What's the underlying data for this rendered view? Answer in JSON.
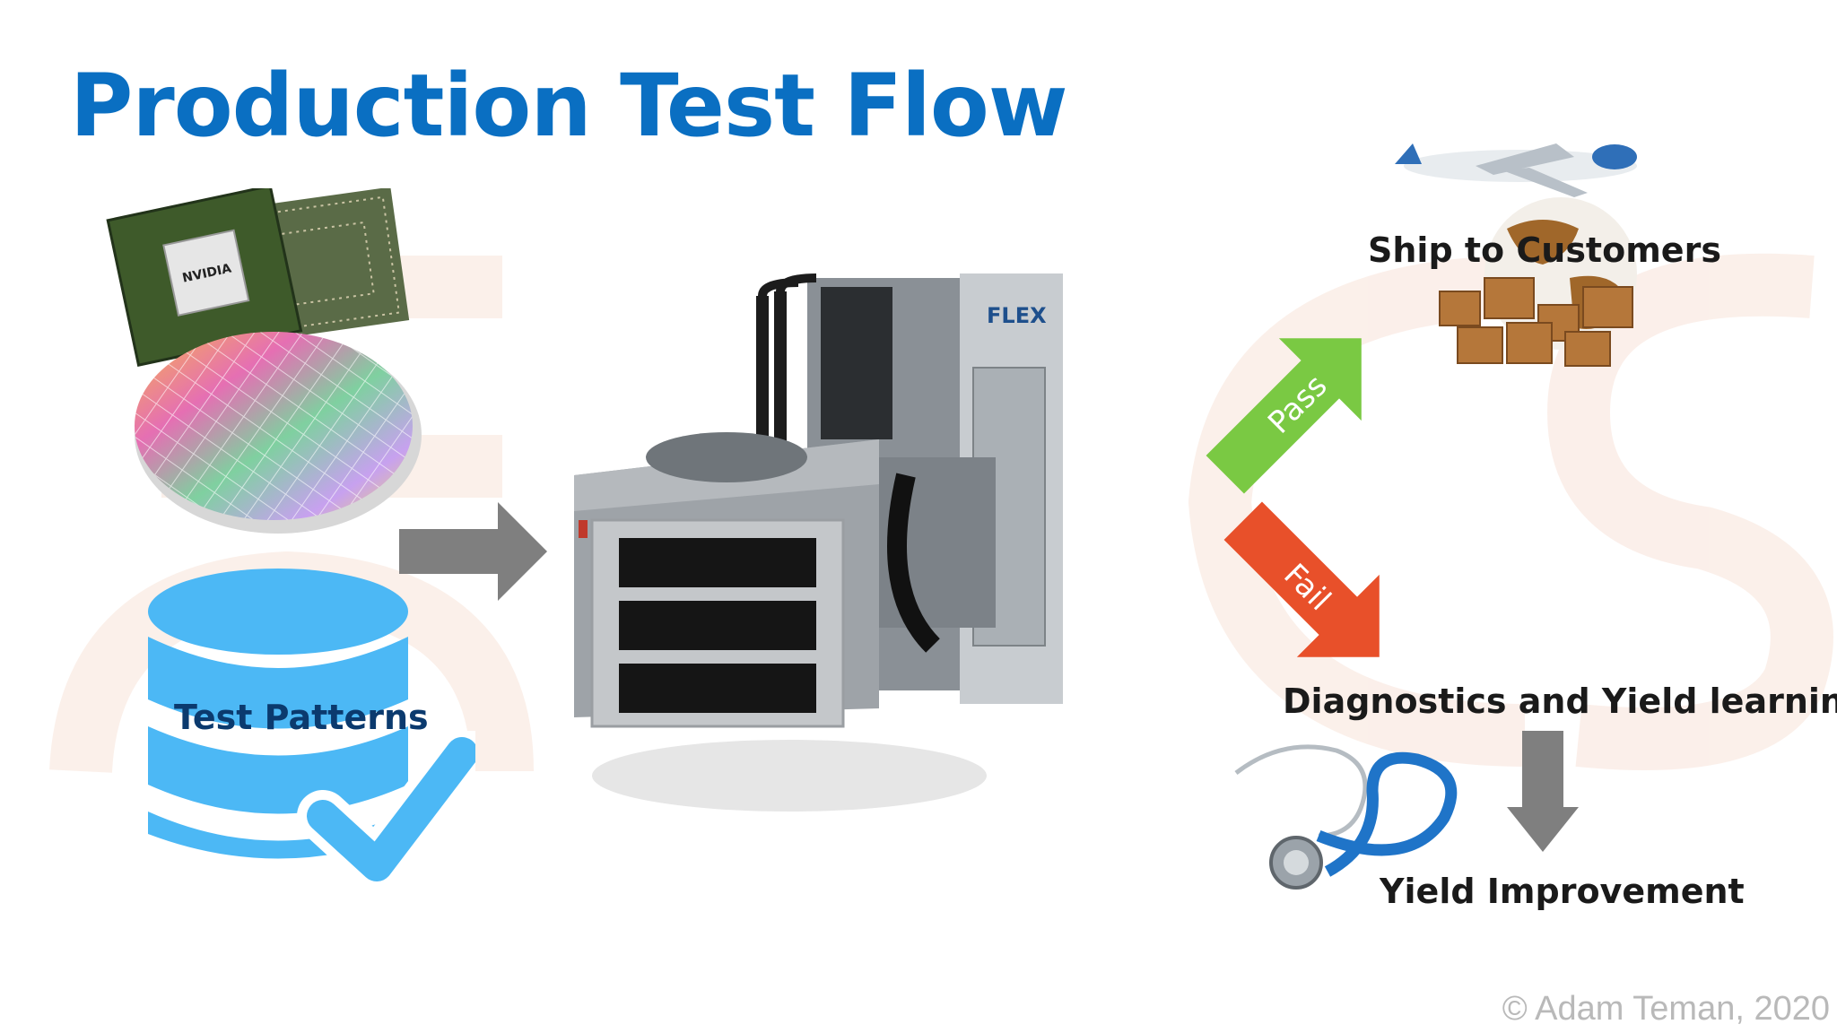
{
  "slide": {
    "title": "Production Test Flow",
    "copyright": "© Adam Teman, 2020"
  },
  "inputs": {
    "chips_logo": "NVIDIA",
    "database_label": "Test Patterns"
  },
  "tester": {
    "brand": "FLEX"
  },
  "outcomes": {
    "pass_label": "Pass",
    "fail_label": "Fail",
    "ship_label": "Ship to Customers",
    "diagnostics_label": "Diagnostics and Yield learning",
    "yield_label": "Yield Improvement"
  },
  "colors": {
    "title": "#0a6fc2",
    "pass_arrow": "#7ac943",
    "fail_arrow": "#e8502a",
    "flow_arrow": "#7f7f7f",
    "database": "#4cb8f5"
  },
  "icons": [
    "chip-icon",
    "wafer-icon",
    "database-icon",
    "checkmark-icon",
    "tester-machine",
    "airplane-icon",
    "globe-icon",
    "boxes-icon",
    "stethoscope-icon"
  ]
}
